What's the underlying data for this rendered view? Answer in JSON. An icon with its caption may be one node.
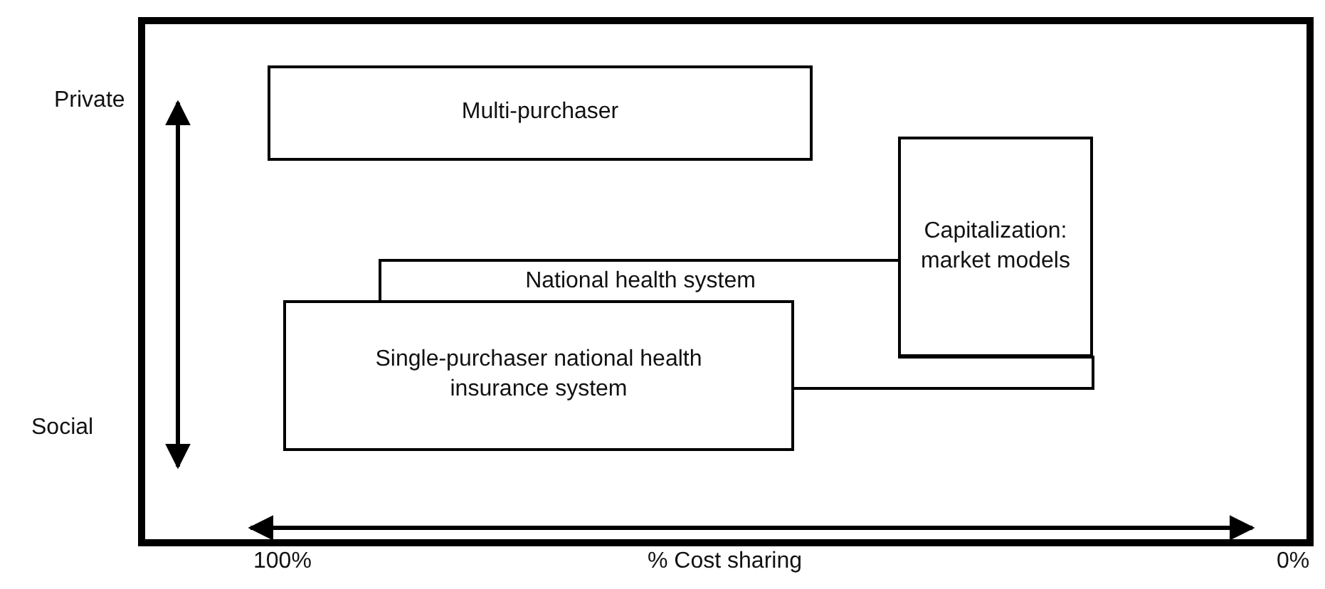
{
  "diagram": {
    "nodes": [
      {
        "text": [
          "Multi-purchaser"
        ]
      },
      {
        "text": [
          "Capitalization: market models"
        ]
      },
      {
        "text": [
          "National health system"
        ]
      },
      {
        "text": [
          "Single-purchaser national health insurance system"
        ]
      }
    ],
    "edges": [],
    "labels": [
      "Private",
      "Social",
      "100%",
      "% Cost sharing",
      "0%"
    ]
  }
}
